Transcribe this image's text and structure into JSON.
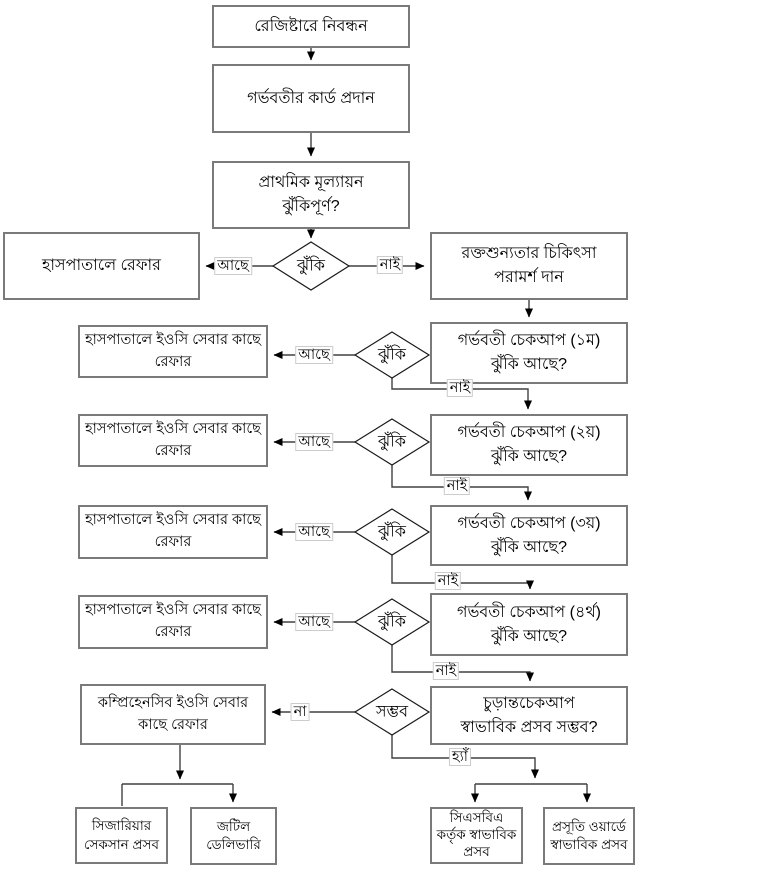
{
  "diagram_type": "flowchart",
  "language": "Bengali",
  "style": {
    "background": "#ffffff",
    "box_border_color": "#7a7a7a",
    "diamond_border_color": "#1a1a1a",
    "line_color": "#404040",
    "text_color": "#000000",
    "edge_label_background": "#ffffff",
    "edge_label_border": "#cccccc"
  },
  "nodes": {
    "register": {
      "lines": [
        "রেজিষ্টারে নিবন্ধন"
      ]
    },
    "card": {
      "lines": [
        "গর্ভবতীর কার্ড প্রদান"
      ]
    },
    "initial_assessment": {
      "lines": [
        "প্রাথমিক মূল্যায়ন",
        "ঝুঁকিপূর্ণ?"
      ]
    },
    "refer_hospital": {
      "lines": [
        "হাসপাতালে রেফার"
      ]
    },
    "anemia_treatment": {
      "lines": [
        "রক্তশুন্যতার চিকিৎসা",
        "পরামর্শ দান"
      ]
    },
    "checkup1": {
      "lines": [
        "গর্ভবতী চেকআপ (১ম)",
        "ঝুঁকি আছে?"
      ]
    },
    "checkup2": {
      "lines": [
        "গর্ভবতী চেকআপ (২য়)",
        "ঝুঁকি আছে?"
      ]
    },
    "checkup3": {
      "lines": [
        "গর্ভবতী চেকআপ (৩য়)",
        "ঝুঁকি আছে?"
      ]
    },
    "checkup4": {
      "lines": [
        "গর্ভবতী চেকআপ (৪র্থ)",
        "ঝুঁকি আছে?"
      ]
    },
    "refer_eoc": {
      "lines": [
        "হাসপাতালে ইওসি সেবার কাছে",
        "রেফার"
      ]
    },
    "final_checkup": {
      "lines": [
        "চুড়ান্তচেকআপ",
        "স্বাভাবিক প্রসব সম্ভব?"
      ]
    },
    "refer_comprehensive": {
      "lines": [
        "কম্প্রিহেনসিব ইওসি সেবার",
        "কাছে রেফার"
      ]
    },
    "cesarean": {
      "lines": [
        "সিজারিয়ার",
        "সেকসান প্রসব"
      ]
    },
    "complicated": {
      "lines": [
        "জটিল",
        "ডেলিভারি"
      ]
    },
    "csba": {
      "lines": [
        "সিএসবিএ",
        "কর্তৃক স্বাভাবিক",
        "প্রসব"
      ]
    },
    "maternity_ward": {
      "lines": [
        "প্রসূতি ওয়ার্ডে",
        "স্বাভাবিক প্রসব"
      ]
    }
  },
  "decisions": {
    "risk": "ঝুঁকি",
    "possible": "সম্ভব"
  },
  "edge_labels": {
    "ache": "আছে",
    "nai": "নাই",
    "na": "না",
    "hya": "হ্যাঁ"
  }
}
